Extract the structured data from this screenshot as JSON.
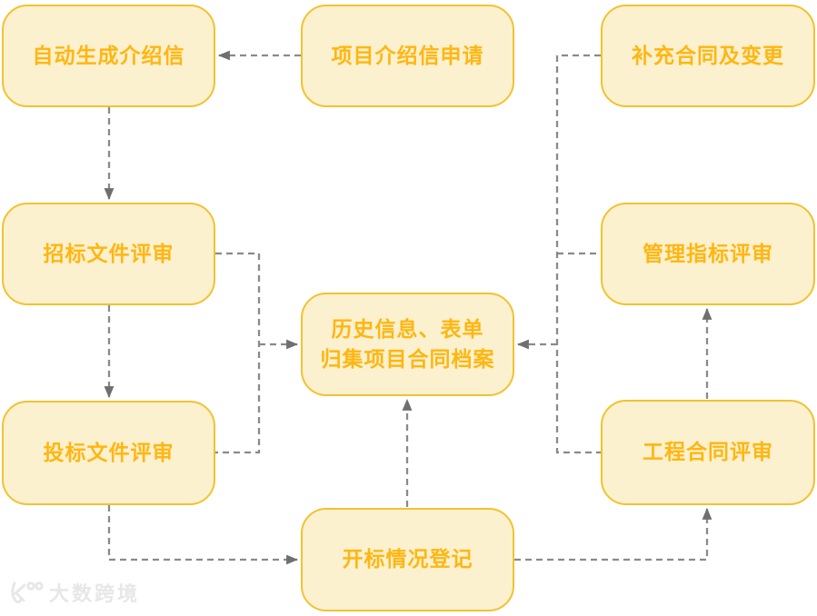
{
  "diagram": {
    "colors": {
      "node-fill": "#FCF1CE",
      "node-border": "#F2C230",
      "node-text": "#FFB612",
      "connector": "#8A8A8A",
      "arrowhead": "#6F6F6F",
      "watermark": "#E7E7E7",
      "background": "#FFFFFF"
    },
    "nodes": [
      {
        "id": "auto-generate-intro-letter",
        "label": "自动生成介绍信"
      },
      {
        "id": "project-intro-letter-apply",
        "label": "项目介绍信申请"
      },
      {
        "id": "supplementary-contract-change",
        "label": "补充合同及变更"
      },
      {
        "id": "tender-document-review",
        "label": "招标文件评审"
      },
      {
        "id": "management-indicator-review",
        "label": "管理指标评审"
      },
      {
        "id": "history-form-archive",
        "label": "历史信息、表单\n归集项目合同档案"
      },
      {
        "id": "bid-document-review",
        "label": "投标文件评审"
      },
      {
        "id": "project-contract-review",
        "label": "工程合同评审"
      },
      {
        "id": "bid-opening-registration",
        "label": "开标情况登记"
      }
    ],
    "edges": [
      {
        "from": "项目介绍信申请",
        "to": "自动生成介绍信"
      },
      {
        "from": "自动生成介绍信",
        "to": "招标文件评审"
      },
      {
        "from": "招标文件评审",
        "to": "投标文件评审"
      },
      {
        "from": "招标文件评审",
        "to": "历史信息、表单归集项目合同档案"
      },
      {
        "from": "投标文件评审",
        "to": "历史信息、表单归集项目合同档案"
      },
      {
        "from": "投标文件评审",
        "to": "开标情况登记"
      },
      {
        "from": "开标情况登记",
        "to": "历史信息、表单归集项目合同档案"
      },
      {
        "from": "开标情况登记",
        "to": "工程合同评审"
      },
      {
        "from": "工程合同评审",
        "to": "管理指标评审"
      },
      {
        "from": "工程合同评审",
        "to": "历史信息、表单归集项目合同档案"
      },
      {
        "from": "管理指标评审",
        "to": "历史信息、表单归集项目合同档案"
      },
      {
        "from": "补充合同及变更",
        "to": "历史信息、表单归集项目合同档案"
      }
    ],
    "watermark": {
      "brand": "大数跨境"
    }
  }
}
